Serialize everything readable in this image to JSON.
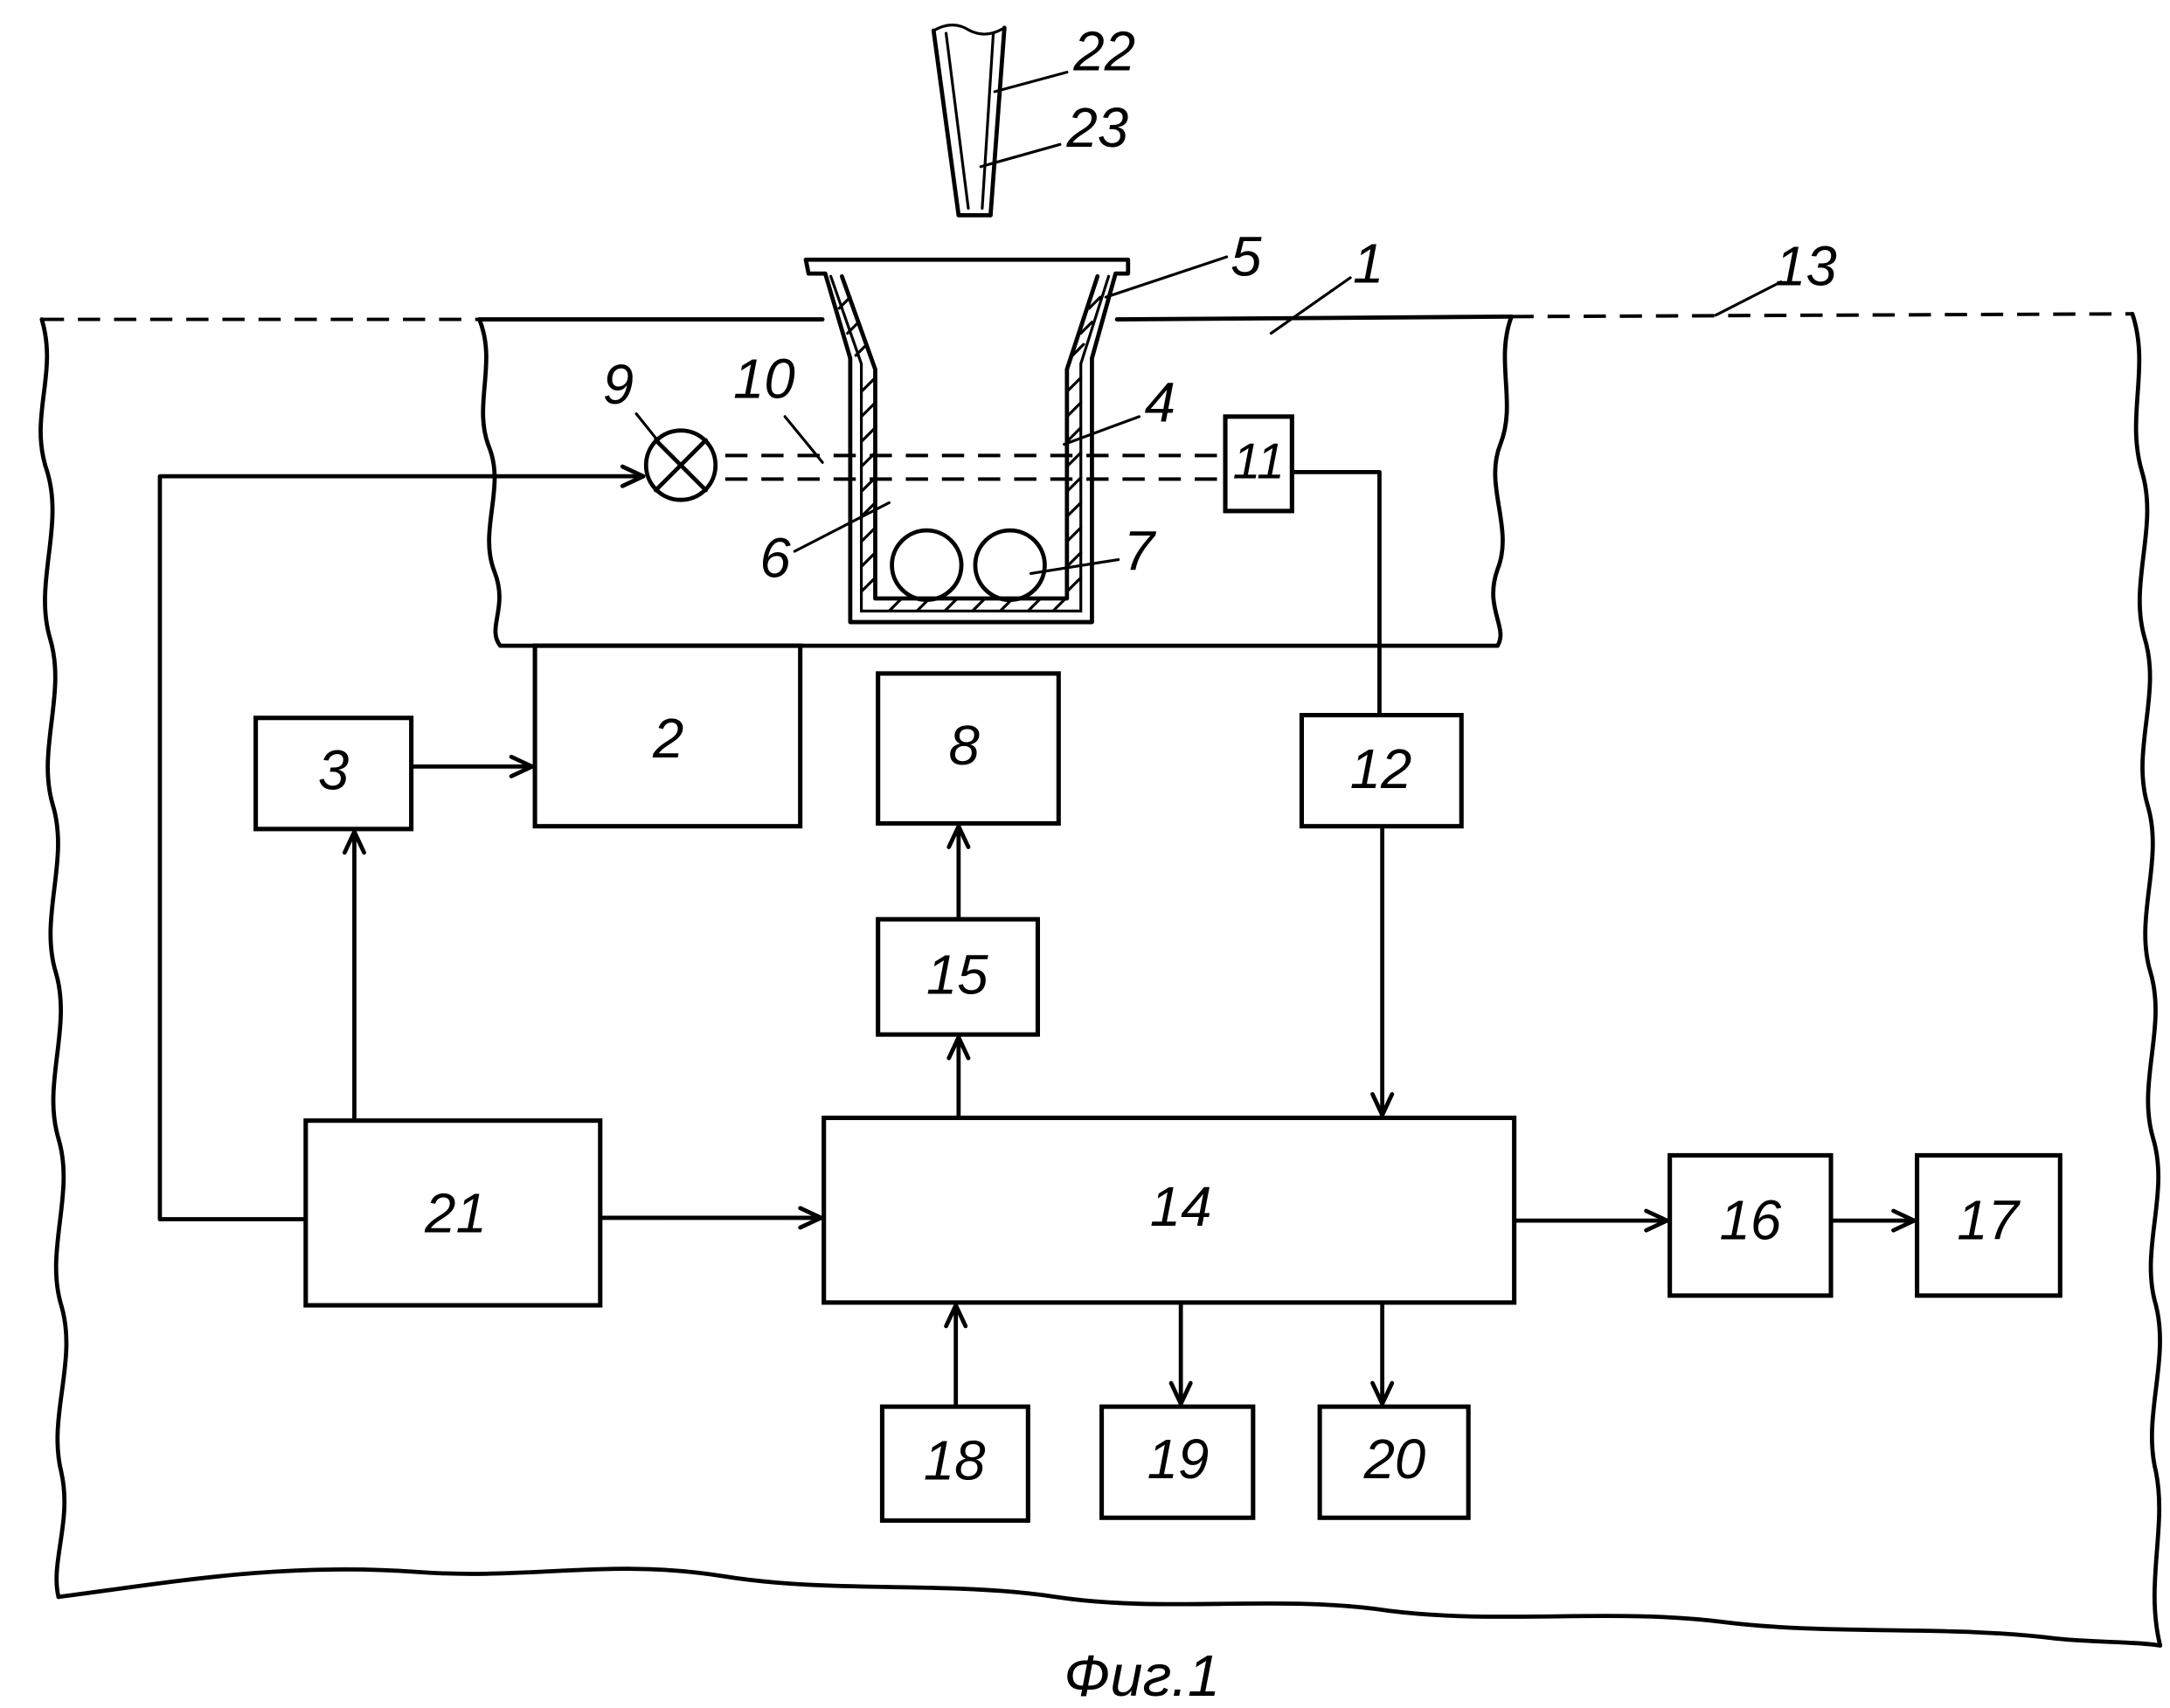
{
  "figure": {
    "caption": "Фиг.1"
  },
  "labels": {
    "n1": "1",
    "n2": "2",
    "n3": "3",
    "n4": "4",
    "n5": "5",
    "n6": "6",
    "n7": "7",
    "n8": "8",
    "n9": "9",
    "n10": "10",
    "n11": "11",
    "n12": "12",
    "n13": "13",
    "n14": "14",
    "n15": "15",
    "n16": "16",
    "n17": "17",
    "n18": "18",
    "n19": "19",
    "n20": "20",
    "n21": "21",
    "n22": "22",
    "n23": "23"
  }
}
